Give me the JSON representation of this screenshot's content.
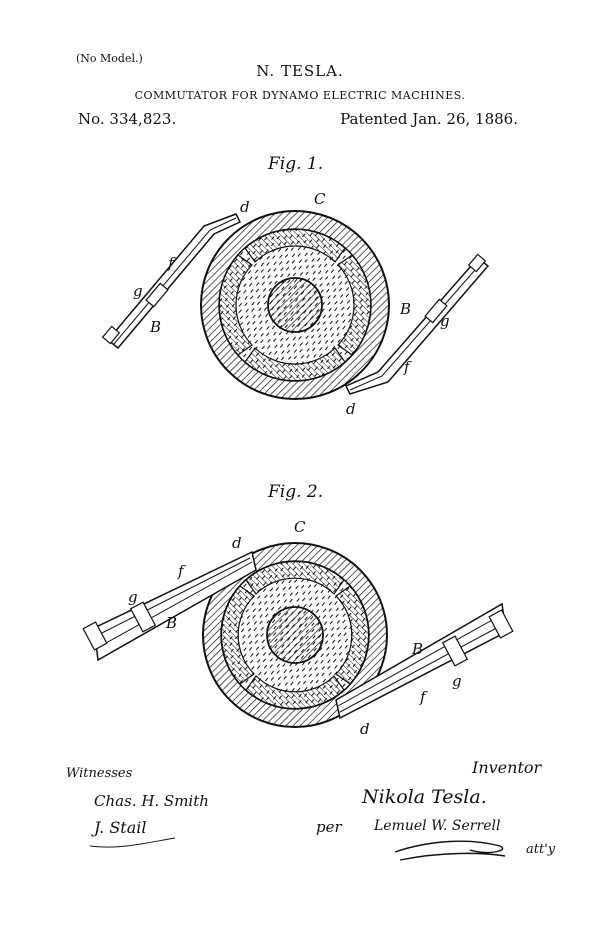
{
  "header": {
    "model_note": "(No Model.)",
    "inventor": "N. TESLA.",
    "title": "COMMUTATOR FOR DYNAMO ELECTRIC MACHINES.",
    "patent_number": "No. 334,823.",
    "patent_date": "Patented Jan. 26, 1886."
  },
  "figures": {
    "fig1": {
      "label": "Fig. 1.",
      "letters": {
        "C": "C",
        "d_top": "d",
        "d_bottom": "d",
        "f_left": "f",
        "f_right": "f",
        "g_left": "g",
        "g_right": "g",
        "B_left": "B",
        "B_right": "B"
      }
    },
    "fig2": {
      "label": "Fig. 2.",
      "letters": {
        "C": "C",
        "d_top": "d",
        "d_bottom": "d",
        "f_left": "f",
        "f_right": "f",
        "g_left": "g",
        "g_right": "g",
        "B_left": "B",
        "B_right": "B"
      }
    }
  },
  "signatures": {
    "witnesses_label": "Witnesses",
    "witness_1": "Chas. H. Smith",
    "witness_2": "J. Stail",
    "inventor_label": "Inventor",
    "inventor_signature": "Nikola Tesla.",
    "per": "per",
    "attorney": "Lemuel W. Serrell",
    "atty": "att'y"
  }
}
